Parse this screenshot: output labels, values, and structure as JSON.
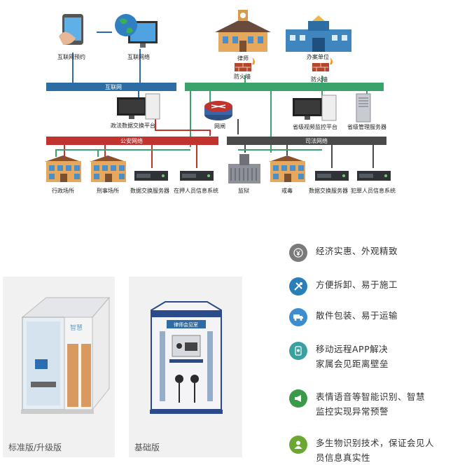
{
  "network": {
    "nodes": {
      "internet_booking": "互联网预约",
      "internet_net": "互联网络",
      "lawyer": "律师",
      "agency": "办案单位",
      "firewall_1": "防火墙",
      "firewall_2": "防火墙",
      "exchange_platform": "政法数据交换平台",
      "gateway": "网闸",
      "provincial_video": "省级视频监控平台",
      "provincial_mgmt": "省级管理服务器",
      "admin_site": "行政场所",
      "criminal_site": "刑事场所",
      "data_server_1": "数据交换服务器",
      "detainee_system": "在押人员信息系统",
      "prison": "监狱",
      "rehab": "戒毒",
      "data_server_2": "数据交换服务器",
      "criminal_info_system": "犯罪人员信息系统"
    },
    "bars": {
      "internet": "互联网",
      "police": "公安网络",
      "judicial": "司法网络"
    },
    "colors": {
      "internet_bar": "#2e6da4",
      "green_bar": "#3aa36b",
      "police_bar": "#c0332f",
      "judicial_bar": "#4a4a4a"
    }
  },
  "products": [
    {
      "caption": "标准版/升级版"
    },
    {
      "caption": "基础版",
      "sign": "律师会见室"
    }
  ],
  "features": [
    {
      "icon": "yen-icon",
      "color": "#7a7a7a",
      "text": "经济实惠、外观精致"
    },
    {
      "icon": "tools-icon",
      "color": "#2a7fb8",
      "text": "方便拆卸、易于施工"
    },
    {
      "icon": "truck-icon",
      "color": "#3e8ecf",
      "text": "散件包装、易于运输"
    },
    {
      "icon": "app-icon",
      "color": "#3aa0a0",
      "text": "移动远程APP解决\n家属会见距离壁垒"
    },
    {
      "icon": "megaphone-icon",
      "color": "#3a9a4a",
      "text": "表情语音等智能识别、智慧\n监控实现异常预警"
    },
    {
      "icon": "person-icon",
      "color": "#6aa832",
      "text": "多生物识别技术，保证会见人\n员信息真实性"
    }
  ]
}
